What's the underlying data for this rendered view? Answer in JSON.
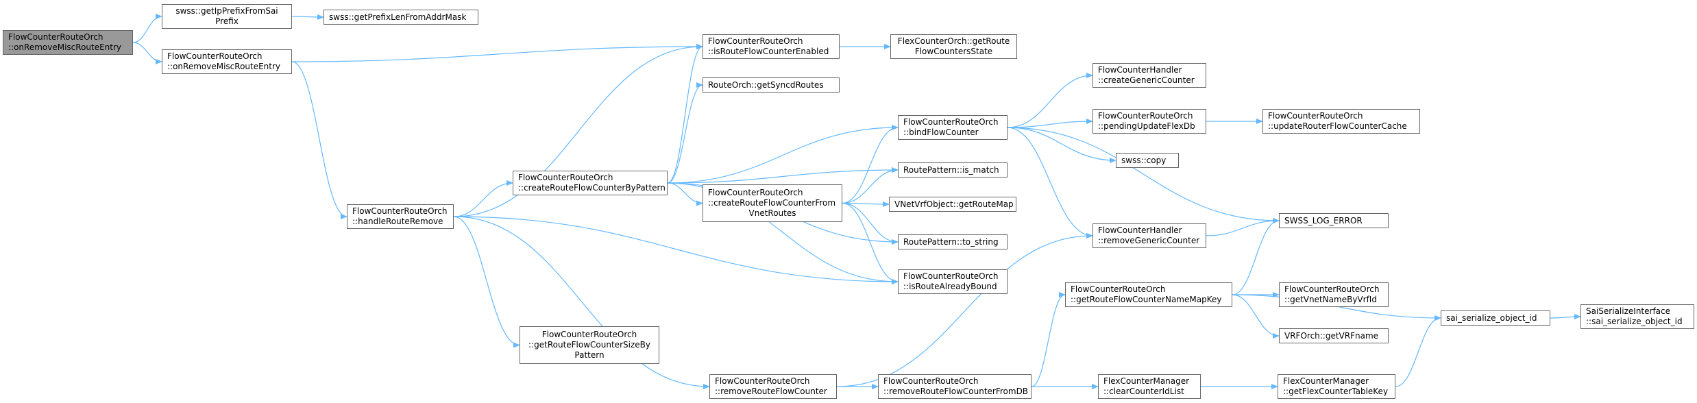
{
  "nodes": {
    "n_root": [
      "FlowCounterRouteOrch",
      "::onRemoveMiscRouteEntry"
    ],
    "n_getIpPrefix": [
      "swss::getIpPrefixFromSai",
      "Prefix"
    ],
    "n_getPrefixLen": [
      "swss::getPrefixLenFromAddrMask"
    ],
    "n_onRemoveMisc": [
      "FlowCounterRouteOrch",
      "::onRemoveMiscRouteEntry"
    ],
    "n_isEnabled": [
      "FlowCounterRouteOrch",
      "::isRouteFlowCounterEnabled"
    ],
    "n_getRouteFlowState": [
      "FlexCounterOrch::getRoute",
      "FlowCountersState"
    ],
    "n_getSyncd": [
      "RouteOrch::getSyncdRoutes"
    ],
    "n_bindFlow": [
      "FlowCounterRouteOrch",
      "::bindFlowCounter"
    ],
    "n_createGeneric": [
      "FlowCounterHandler",
      "::createGenericCounter"
    ],
    "n_pendingUpdate": [
      "FlowCounterRouteOrch",
      "::pendingUpdateFlexDb"
    ],
    "n_updateCache": [
      "FlowCounterRouteOrch",
      "::updateRouterFlowCounterCache"
    ],
    "n_copy": [
      "swss::copy"
    ],
    "n_createByPattern": [
      "FlowCounterRouteOrch",
      "::createRouteFlowCounterByPattern"
    ],
    "n_isMatch": [
      "RoutePattern::is_match"
    ],
    "n_handleRemove": [
      "FlowCounterRouteOrch",
      "::handleRouteRemove"
    ],
    "n_createFromVnet": [
      "FlowCounterRouteOrch",
      "::createRouteFlowCounterFrom",
      "VnetRoutes"
    ],
    "n_getRouteMap": [
      "VNetVrfObject::getRouteMap"
    ],
    "n_logError": [
      "SWSS_LOG_ERROR"
    ],
    "n_toString": [
      "RoutePattern::to_string"
    ],
    "n_removeGeneric": [
      "FlowCounterHandler",
      "::removeGenericCounter"
    ],
    "n_isBound": [
      "FlowCounterRouteOrch",
      "::isRouteAlreadyBound"
    ],
    "n_getNameMapKey": [
      "FlowCounterRouteOrch",
      "::getRouteFlowCounterNameMapKey"
    ],
    "n_getVnetName": [
      "FlowCounterRouteOrch",
      "::getVnetNameByVrfId"
    ],
    "n_saiSerialize": [
      "sai_serialize_object_id"
    ],
    "n_saiSerializeIface": [
      "SaiSerializeInterface",
      "::sai_serialize_object_id"
    ],
    "n_getVrfName": [
      "VRFOrch::getVRFname"
    ],
    "n_getSizeByPattern": [
      "FlowCounterRouteOrch",
      "::getRouteFlowCounterSizeBy",
      "Pattern"
    ],
    "n_removeRFC": [
      "FlowCounterRouteOrch",
      "::removeRouteFlowCounter"
    ],
    "n_removeFromDB": [
      "FlowCounterRouteOrch",
      "::removeRouteFlowCounterFromDB"
    ],
    "n_clearIdList": [
      "FlexCounterManager",
      "::clearCounterIdList"
    ],
    "n_getTableKey": [
      "FlexCounterManager",
      "::getFlexCounterTableKey"
    ]
  },
  "edges": [
    [
      "n_root",
      "n_getIpPrefix"
    ],
    [
      "n_root",
      "n_onRemoveMisc"
    ],
    [
      "n_getIpPrefix",
      "n_getPrefixLen"
    ],
    [
      "n_onRemoveMisc",
      "n_isEnabled"
    ],
    [
      "n_onRemoveMisc",
      "n_handleRemove"
    ],
    [
      "n_isEnabled",
      "n_getRouteFlowState"
    ],
    [
      "n_handleRemove",
      "n_isEnabled"
    ],
    [
      "n_handleRemove",
      "n_createByPattern"
    ],
    [
      "n_handleRemove",
      "n_isBound"
    ],
    [
      "n_handleRemove",
      "n_getSizeByPattern"
    ],
    [
      "n_handleRemove",
      "n_removeRFC"
    ],
    [
      "n_createByPattern",
      "n_isEnabled"
    ],
    [
      "n_createByPattern",
      "n_getSyncd"
    ],
    [
      "n_createByPattern",
      "n_bindFlow"
    ],
    [
      "n_createByPattern",
      "n_isMatch"
    ],
    [
      "n_createByPattern",
      "n_createFromVnet"
    ],
    [
      "n_createByPattern",
      "n_toString"
    ],
    [
      "n_createByPattern",
      "n_isBound"
    ],
    [
      "n_createFromVnet",
      "n_bindFlow"
    ],
    [
      "n_createFromVnet",
      "n_isMatch"
    ],
    [
      "n_createFromVnet",
      "n_getRouteMap"
    ],
    [
      "n_createFromVnet",
      "n_toString"
    ],
    [
      "n_createFromVnet",
      "n_isBound"
    ],
    [
      "n_bindFlow",
      "n_createGeneric"
    ],
    [
      "n_bindFlow",
      "n_pendingUpdate"
    ],
    [
      "n_bindFlow",
      "n_copy"
    ],
    [
      "n_bindFlow",
      "n_logError"
    ],
    [
      "n_bindFlow",
      "n_removeGeneric"
    ],
    [
      "n_pendingUpdate",
      "n_updateCache"
    ],
    [
      "n_removeGeneric",
      "n_logError"
    ],
    [
      "n_removeRFC",
      "n_removeGeneric"
    ],
    [
      "n_removeRFC",
      "n_removeFromDB"
    ],
    [
      "n_removeFromDB",
      "n_getNameMapKey"
    ],
    [
      "n_removeFromDB",
      "n_clearIdList"
    ],
    [
      "n_getNameMapKey",
      "n_logError"
    ],
    [
      "n_getNameMapKey",
      "n_getVnetName"
    ],
    [
      "n_getNameMapKey",
      "n_getVrfName"
    ],
    [
      "n_getNameMapKey",
      "n_saiSerialize"
    ],
    [
      "n_clearIdList",
      "n_getTableKey"
    ],
    [
      "n_getTableKey",
      "n_saiSerialize"
    ],
    [
      "n_saiSerialize",
      "n_saiSerializeIface"
    ]
  ],
  "colors": {
    "edge": "#63b8ff",
    "node_border": "#666666",
    "root_fill": "#999999"
  }
}
